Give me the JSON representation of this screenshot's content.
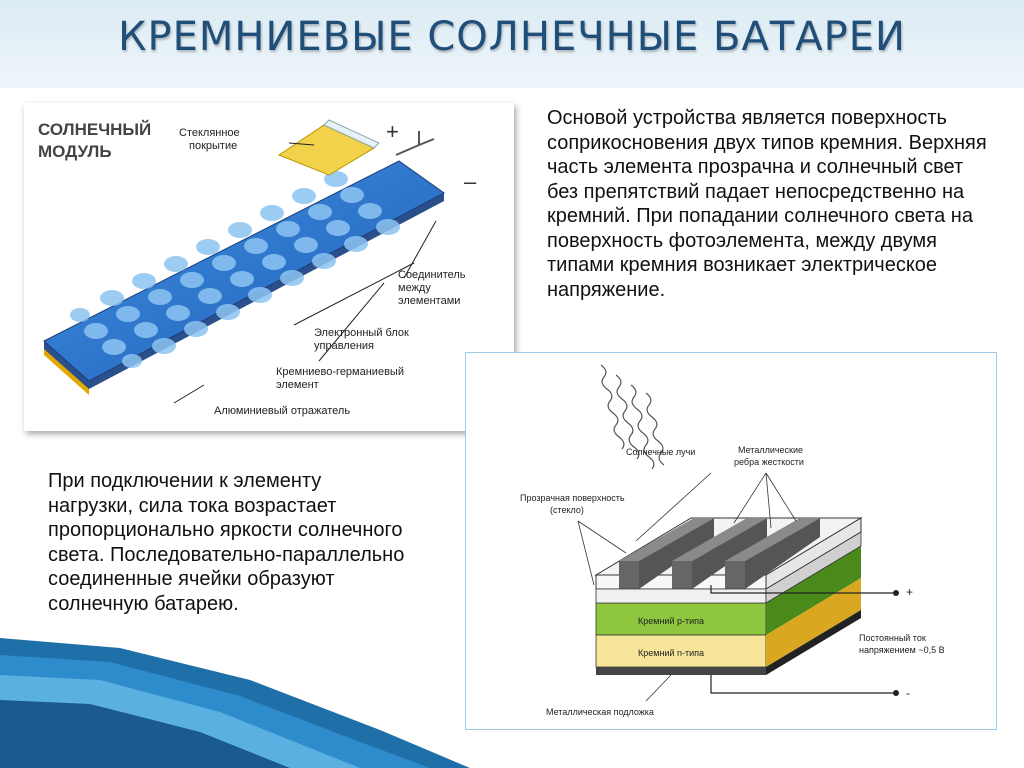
{
  "title": "КРЕМНИЕВЫЕ СОЛНЕЧНЫЕ БАТАРЕИ",
  "paragraph_top": "Основой устройства является поверхность соприкосновения двух типов кремния. Верхняя часть элемента прозрачна и солнечный свет без препятствий падает непосредственно на кремний. При попадании солнечного света на поверхность фотоэлемента, между двумя типами кремния возникает электрическое напряжение.",
  "paragraph_bottom": "При подключении к элементу нагрузки, сила тока возрастает пропорционально яркости солнечного света. Последовательно-параллельно соединенные ячейки образуют солнечную батарею.",
  "module_figure": {
    "heading_line1": "СОЛНЕЧНЫЙ",
    "heading_line2": "МОДУЛЬ",
    "glass_line1": "Стеклянное",
    "glass_line2": "покрытие",
    "plus": "+",
    "minus": "–",
    "connector_line1": "Соединитель",
    "connector_line2": "между",
    "connector_line3": "элементами",
    "control_line1": "Электронный блок",
    "control_line2": "управления",
    "element_line1": "Кремниево-германиевый",
    "element_line2": "элемент",
    "reflector": "Алюминиевый отражатель"
  },
  "cell_figure": {
    "rays": "Солнечные лучи",
    "ribs_line1": "Металлические",
    "ribs_line2": "ребра жесткости",
    "glass_line1": "Прозрачная поверхность",
    "glass_line2": "(стекло)",
    "p_type": "Кремний p-типа",
    "n_type": "Кремний n-типа",
    "plus": "+",
    "minus": "-",
    "current_line1": "Постоянный ток",
    "current_line2": "напряжением ~0,5 В",
    "substrate": "Металлическая подложка"
  }
}
